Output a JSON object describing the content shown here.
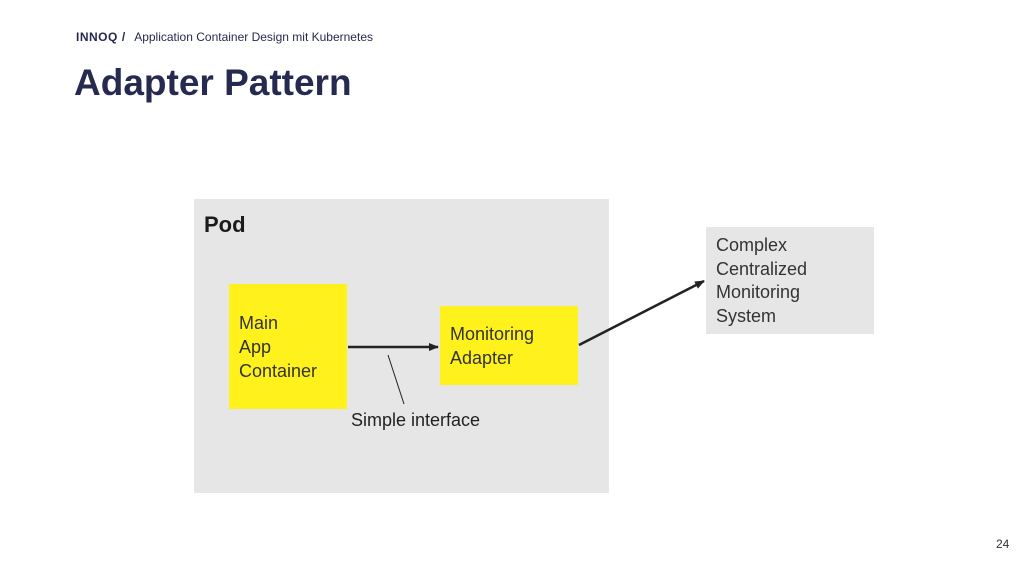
{
  "header": {
    "brand": "INNOQ",
    "separator": "/",
    "deck_title": "Application Container Design mit Kubernetes"
  },
  "slide": {
    "title": "Adapter Pattern",
    "page_number": "24"
  },
  "diagram": {
    "pod_label": "Pod",
    "main_container": [
      "Main",
      "App",
      "Container"
    ],
    "adapter": [
      "Monitoring",
      "Adapter"
    ],
    "external_system": [
      "Complex",
      "Centralized",
      "Monitoring",
      "System"
    ],
    "interface_caption": "Simple interface"
  }
}
